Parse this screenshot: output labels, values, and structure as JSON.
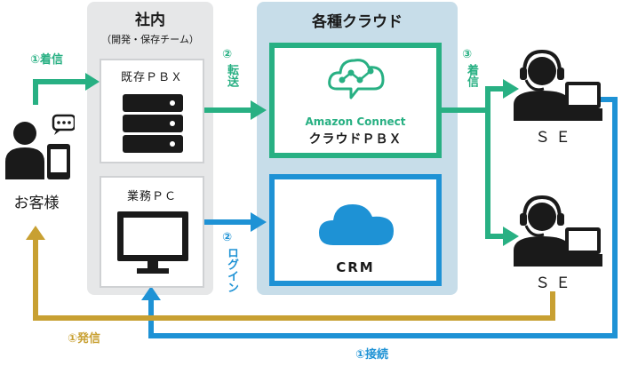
{
  "office": {
    "title": "社内",
    "subtitle": "（開発・保存チーム）"
  },
  "cloud": {
    "title": "各種クラウド"
  },
  "pbx_server": {
    "label": "既存ＰＢＸ"
  },
  "work_pc": {
    "label": "業務ＰＣ"
  },
  "amazon_connect": {
    "brand": "Amazon Connect",
    "label": "クラウドＰＢＸ"
  },
  "crm": {
    "label": "CRM"
  },
  "customer": {
    "label": "お客様"
  },
  "se_top": {
    "label": "ＳＥ"
  },
  "se_bottom": {
    "label": "ＳＥ"
  },
  "flows": {
    "incoming_call": "①着信",
    "transfer_num": "②",
    "transfer_text": "転送",
    "receive_num": "③",
    "receive_text": "着信",
    "login_num": "②",
    "login_text": "ログイン",
    "outgoing_call": "①発信",
    "connect": "①接続"
  },
  "colors": {
    "green": "#28b083",
    "blue": "#1e92d5",
    "gold": "#c8a032",
    "dark": "#1a1a1a"
  }
}
